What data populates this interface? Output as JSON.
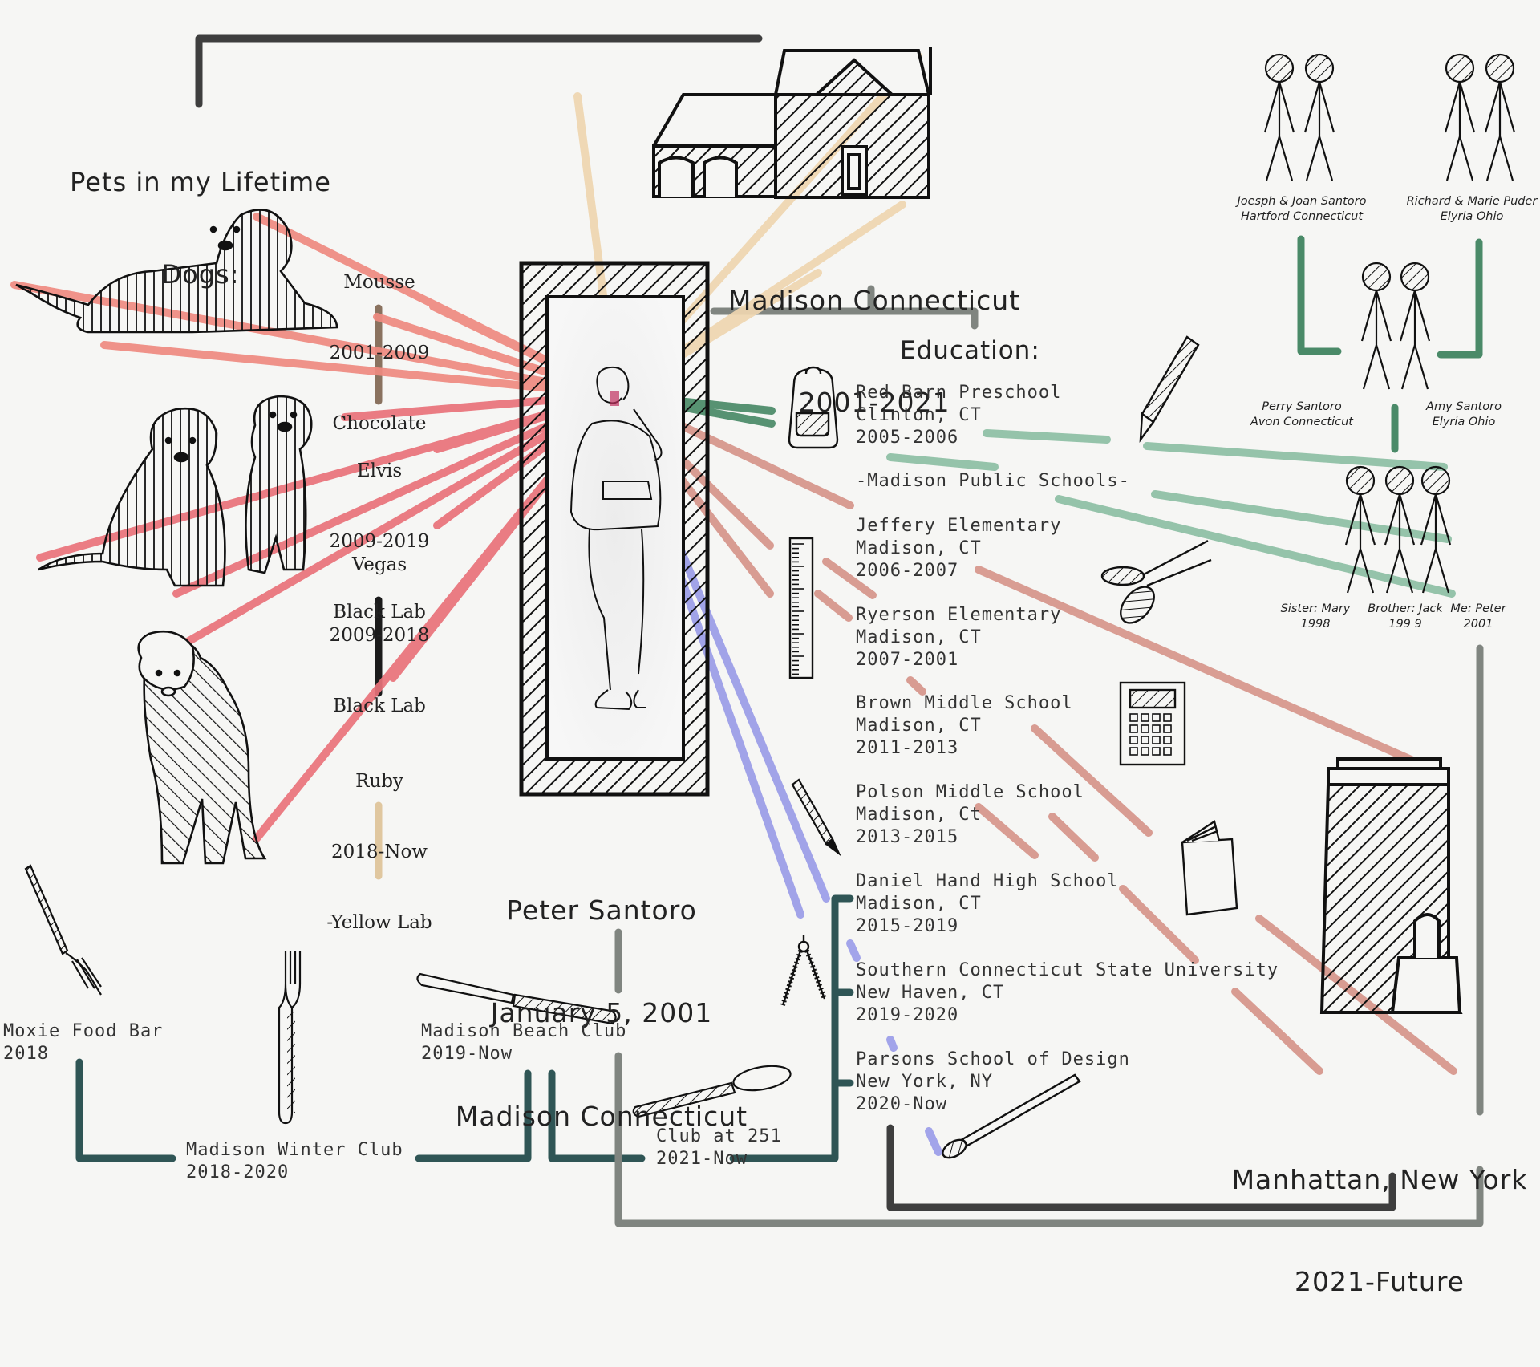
{
  "title": {
    "name": "Peter Santoro",
    "birth_date": "January 5, 2001",
    "birth_place": "Madison Connecticut"
  },
  "hometown": {
    "place": "Madison Connecticut",
    "years": "2001-2021"
  },
  "future_home": {
    "place": "Manhattan, New York",
    "years": "2021-Future"
  },
  "pets": {
    "heading": "Pets in my Lifetime",
    "subheading": "Dogs:",
    "dogs": [
      {
        "name": "Mousse",
        "years": "2001-2009",
        "breed": "Chocolate"
      },
      {
        "name": "Elvis",
        "years": "2009-2019",
        "breed": "Black Lab"
      },
      {
        "name": "Vegas",
        "years": "2009-2018",
        "breed": "Black Lab"
      },
      {
        "name": "Ruby",
        "years": "2018-Now",
        "breed": "-Yellow Lab"
      }
    ]
  },
  "education": {
    "heading": "Education:",
    "district_label": "-Madison Public Schools-",
    "schools": [
      {
        "name": "Red Barn Preschool",
        "location": "Clinton, CT",
        "years": "2005-2006"
      },
      {
        "name": "Jeffery Elementary",
        "location": "Madison, CT",
        "years": "2006-2007"
      },
      {
        "name": "Ryerson Elementary",
        "location": "Madison, CT",
        "years": "2007-2001"
      },
      {
        "name": "Brown Middle School",
        "location": "Madison, CT",
        "years": "2011-2013"
      },
      {
        "name": "Polson Middle School",
        "location": "Madison, Ct",
        "years": "2013-2015"
      },
      {
        "name": "Daniel Hand High School",
        "location": "Madison, CT",
        "years": "2015-2019"
      },
      {
        "name": "Southern Connecticut State University",
        "location": "New Haven, CT",
        "years": "2019-2020"
      },
      {
        "name": "Parsons School of Design",
        "location": "New York, NY",
        "years": "2020-Now"
      }
    ]
  },
  "family": {
    "grandparents": [
      {
        "names": "Joesph & Joan Santoro",
        "place": "Hartford Connecticut"
      },
      {
        "names": "Richard & Marie Puder",
        "place": "Elyria Ohio"
      }
    ],
    "parents": [
      {
        "name": "Perry Santoro",
        "place": "Avon Connecticut"
      },
      {
        "name": "Amy Santoro",
        "place": "Elyria Ohio"
      }
    ],
    "siblings": [
      {
        "label": "Sister: Mary",
        "year": "1998"
      },
      {
        "label": "Brother: Jack",
        "year": "199 9"
      },
      {
        "label": "Me: Peter",
        "year": "2001"
      }
    ]
  },
  "clubs": [
    {
      "name": "Moxie Food Bar",
      "years": "2018"
    },
    {
      "name": "Madison Winter Club",
      "years": "2018-2020"
    },
    {
      "name": "Madison Beach Club",
      "years": "2019-Now"
    },
    {
      "name": "Club at 251",
      "years": "2021-Now"
    }
  ],
  "colors": {
    "background": "#f6f6f4",
    "ink": "#111111",
    "pets_rays": "#e9727a",
    "pets_rays_light": "#ef8a80",
    "home_rays": "#efd6b0",
    "family_rays": "#8dbfa4",
    "family_rays_dark": "#4a8a68",
    "education_rays": "#d6958a",
    "university_rays": "#9a9ce8",
    "clubs_connector": "#2f5555",
    "gray_connector": "#808580",
    "dark_connector": "#3e3e3e",
    "mousse_connector": "#8a725f",
    "ruby_connector": "#e0c79f",
    "family_connector": "#4a8a68"
  }
}
